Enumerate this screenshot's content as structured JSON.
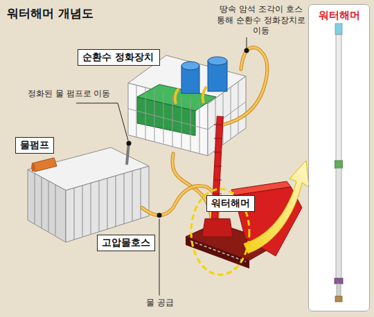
{
  "diagram": {
    "title": "워터해머 개념도",
    "nodes": [
      {
        "text": [
          "순환수 정화장치"
        ]
      },
      {
        "text": [
          "물펌프"
        ]
      },
      {
        "text": [
          "워터해머"
        ]
      },
      {
        "text": [
          "고압물호스"
        ]
      },
      {
        "text": [
          "워터해머"
        ]
      }
    ],
    "labels": [
      "땅속 암석 조각이 호스 통해 순환수 정화장치로 이동",
      "정화된 물 펌프로 이동",
      "물 공급"
    ]
  }
}
